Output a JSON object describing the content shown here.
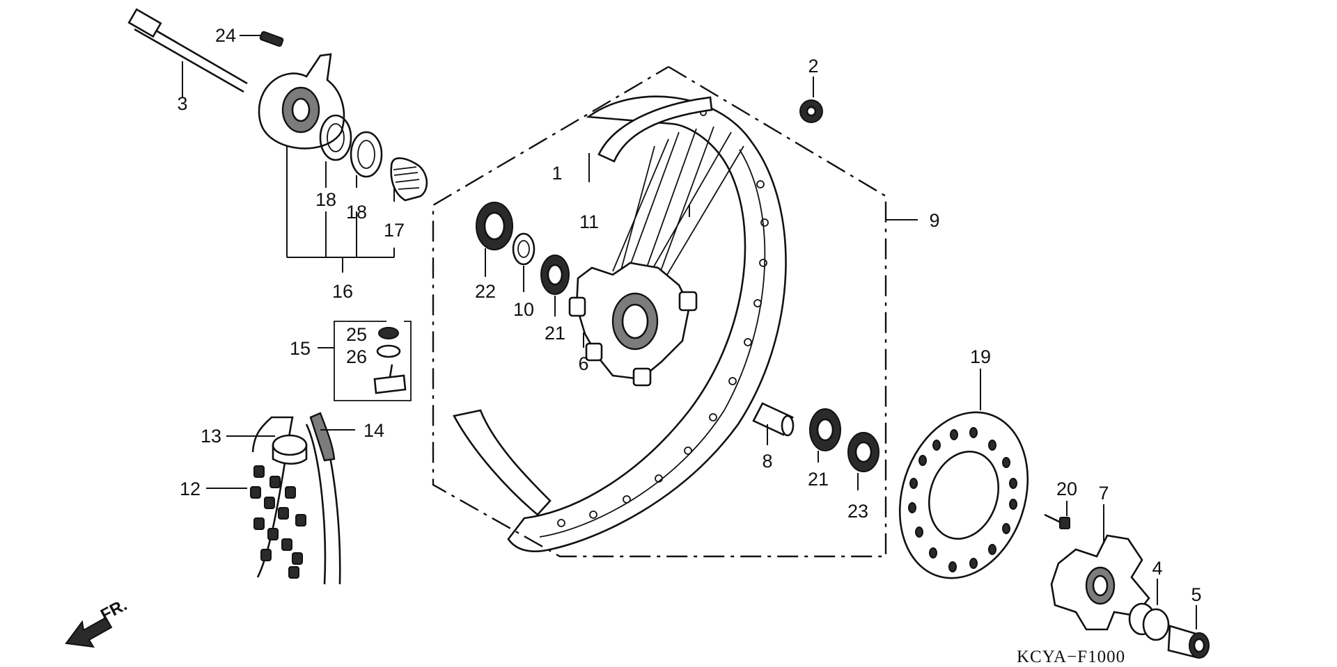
{
  "callouts": {
    "c1": "1",
    "c2": "2",
    "c3": "3",
    "c4": "4",
    "c5": "5",
    "c6": "6",
    "c7": "7",
    "c8": "8",
    "c9": "9",
    "c10": "10",
    "c11": "11",
    "c12": "12",
    "c13": "13",
    "c14": "14",
    "c15": "15",
    "c16": "16",
    "c17": "17",
    "c18a": "18",
    "c18b": "18",
    "c19": "19",
    "c20": "20",
    "c21a": "21",
    "c21b": "21",
    "c22": "22",
    "c23": "23",
    "c24": "24",
    "c25": "25",
    "c26": "26"
  },
  "front_marker": "FR.",
  "diagram_code": "KCYA−F1000",
  "icons": {
    "front_arrow": "arrow-down-left-icon"
  }
}
